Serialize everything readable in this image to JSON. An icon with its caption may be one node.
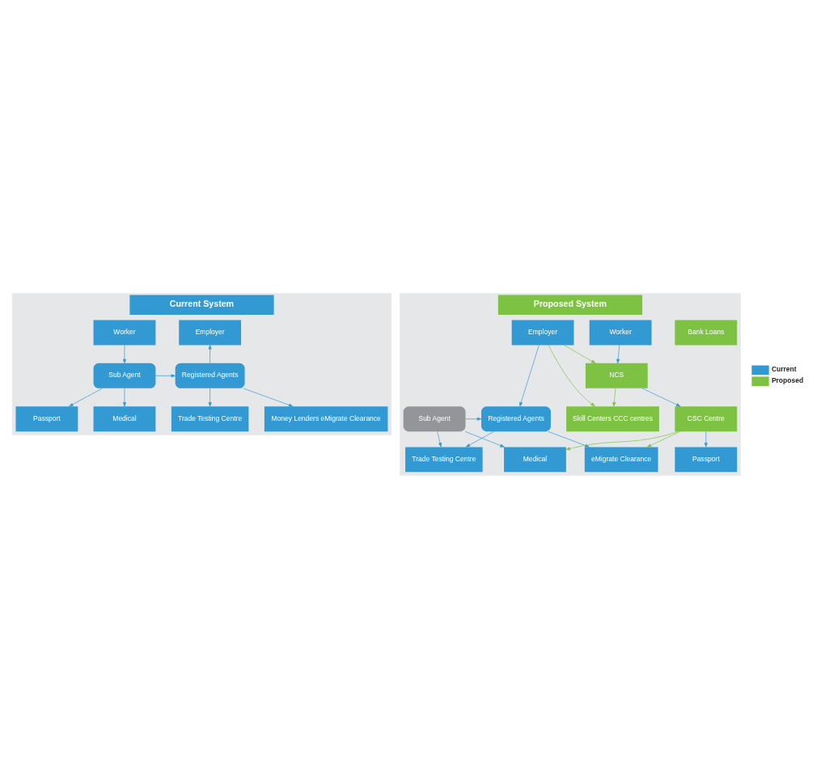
{
  "diagram": {
    "nodes": [
      {
        "text": [
          "Current System"
        ]
      },
      {
        "text": [
          "Worker"
        ],
        "in": 0
      },
      {
        "text": [
          "Employer"
        ],
        "in": 0
      },
      {
        "text": [
          "Sub Agent"
        ],
        "in": 0
      },
      {
        "text": [
          "Registered Agents"
        ],
        "in": 0
      },
      {
        "text": [
          "Passport"
        ],
        "in": 0
      },
      {
        "text": [
          "Trade Testing Centre"
        ],
        "in": 0
      },
      {
        "text": [
          "Medical"
        ],
        "in": 0
      },
      {
        "text": [
          "Money Lenders eMigrate Clearance"
        ],
        "in": 0
      },
      {
        "text": [
          "Proposed System"
        ]
      },
      {
        "text": [
          "Worker"
        ],
        "in": 9
      },
      {
        "text": [
          "Employer"
        ],
        "in": 9
      },
      {
        "text": [
          "NCS"
        ],
        "in": 9
      },
      {
        "text": [
          "Sub Agent"
        ],
        "in": 9
      },
      {
        "text": [
          "Registered Agents"
        ],
        "in": 9
      },
      {
        "text": [
          "CSC Centre"
        ],
        "in": 9
      },
      {
        "text": [
          "Skill Centers CCC centres"
        ],
        "in": 9
      },
      {
        "text": [
          "Passport"
        ],
        "in": 9
      },
      {
        "text": [
          "Trade Testing Centre"
        ],
        "in": 9
      },
      {
        "text": [
          "Medical"
        ],
        "in": 9
      },
      {
        "text": [
          "eMigrate Clearance"
        ],
        "in": 9
      },
      {
        "text": [
          "Bank Loans"
        ],
        "in": 9
      }
    ],
    "edges": [
      {
        "from": 1,
        "to": 3,
        "arrow": "to"
      },
      {
        "from": 4,
        "to": 2,
        "arrow": "to"
      },
      {
        "from": 3,
        "to": 4,
        "arrow": "to"
      },
      {
        "from": 3,
        "to": 5,
        "arrow": "to"
      },
      {
        "from": 3,
        "to": 7,
        "arrow": "to"
      },
      {
        "from": 4,
        "to": 6,
        "arrow": "to"
      },
      {
        "from": 4,
        "to": 8,
        "arrow": "to"
      },
      {
        "from": 10,
        "to": 12,
        "arrow": "to"
      },
      {
        "from": 11,
        "to": 12,
        "arrow": "to",
        "color": "#7dc243"
      },
      {
        "from": 11,
        "to": 14,
        "arrow": "to"
      },
      {
        "from": 11,
        "to": 16,
        "arrow": "to",
        "color": "#7dc243"
      },
      {
        "from": 12,
        "to": 15,
        "arrow": "to"
      },
      {
        "from": 12,
        "to": 16,
        "arrow": "to",
        "color": "#7dc243"
      },
      {
        "from": 13,
        "to": 14,
        "arrow": "to"
      },
      {
        "from": 13,
        "to": 18,
        "arrow": "to"
      },
      {
        "from": 13,
        "to": 19,
        "arrow": "to"
      },
      {
        "from": 14,
        "to": 18,
        "arrow": "to"
      },
      {
        "from": 14,
        "to": 20,
        "arrow": "to"
      },
      {
        "from": 15,
        "to": 17,
        "arrow": "to"
      },
      {
        "from": 15,
        "to": 19,
        "arrow": "to",
        "color": "#7dc243"
      },
      {
        "from": 15,
        "to": 20,
        "arrow": "to",
        "color": "#7dc243"
      }
    ],
    "legend": [
      {
        "text": "Current",
        "color": "#3399d2"
      },
      {
        "text": "Proposed",
        "color": "#7dc243"
      }
    ]
  }
}
